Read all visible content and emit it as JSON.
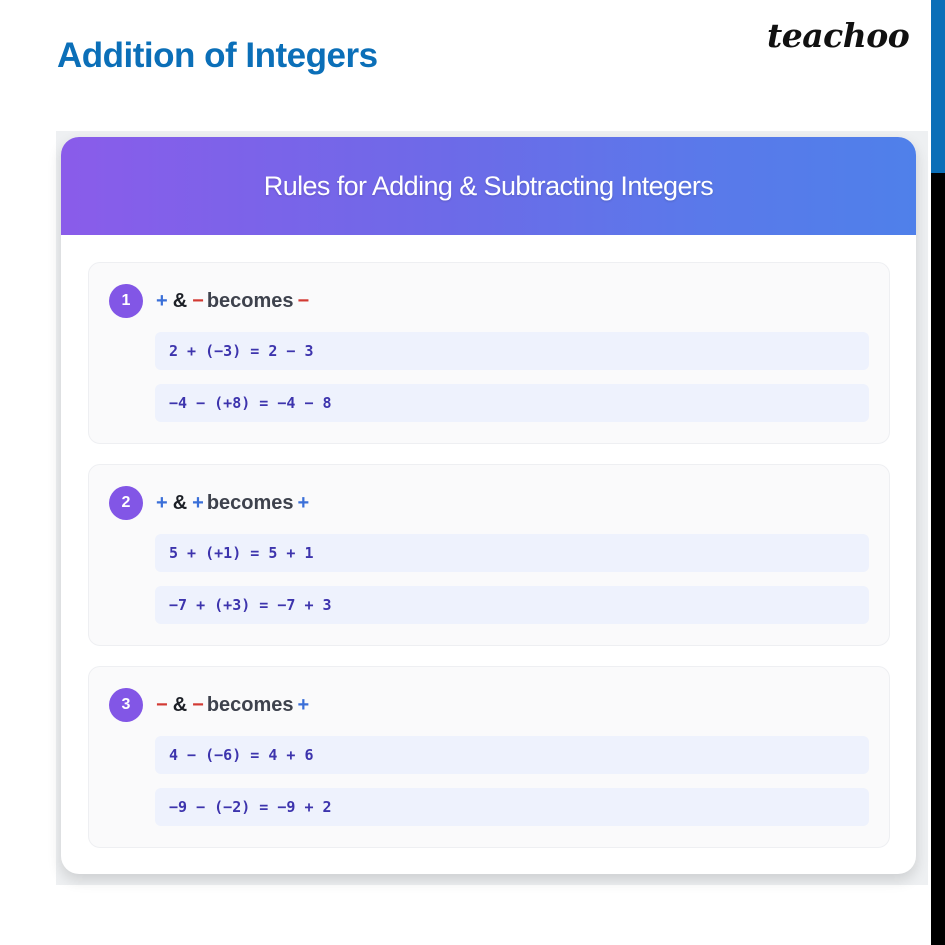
{
  "page": {
    "title": "Addition of Integers",
    "brand": "teachoo"
  },
  "card": {
    "header_title": "Rules for Adding & Subtracting Integers",
    "rules": [
      {
        "number": "1",
        "sign_a": "+",
        "sign_a_type": "plus",
        "amp": "&",
        "sign_b": "−",
        "sign_b_type": "minus",
        "becomes": "becomes",
        "result_sign": "−",
        "result_sign_type": "minus",
        "examples": [
          "2 + (−3) = 2 − 3",
          "−4 − (+8) = −4 − 8"
        ]
      },
      {
        "number": "2",
        "sign_a": "+",
        "sign_a_type": "plus",
        "amp": "&",
        "sign_b": "+",
        "sign_b_type": "plus",
        "becomes": "becomes",
        "result_sign": "+",
        "result_sign_type": "plus",
        "examples": [
          "5 + (+1) = 5 + 1",
          "−7 + (+3) = −7 + 3"
        ]
      },
      {
        "number": "3",
        "sign_a": "−",
        "sign_a_type": "minus",
        "amp": "&",
        "sign_b": "−",
        "sign_b_type": "minus",
        "becomes": "becomes",
        "result_sign": "+",
        "result_sign_type": "plus",
        "examples": [
          "4 − (−6) = 4 + 6",
          "−9 − (−2) = −9 + 2"
        ]
      }
    ]
  },
  "colors": {
    "title_blue": "#0b6fb8",
    "header_gradient_start": "#8a5cea",
    "header_gradient_end": "#4f80ea",
    "badge_purple": "#8256e6",
    "plus_blue": "#3a6fd8",
    "minus_red": "#d23a33",
    "formula_text": "#3d34ad",
    "formula_bg": "#eef2fd"
  }
}
